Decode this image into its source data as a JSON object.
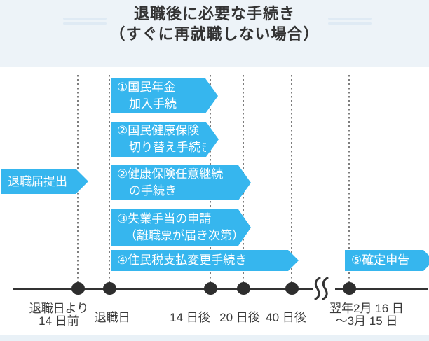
{
  "title": {
    "line1": "退職後に必要な手続き",
    "line2": "（すぐに再就職しない場合）"
  },
  "colors": {
    "accent_blue": "#36b6ee",
    "header_bg": "#edf3f8",
    "text_dark": "#333333",
    "timeline": "#2e2e2e"
  },
  "left_arrow": {
    "label": "退職届提出"
  },
  "arrows": [
    {
      "line1": "①国民年金",
      "line2": "加入手続"
    },
    {
      "line1": "②国民健康保険",
      "line2": "切り替え手続き"
    },
    {
      "line1": "②健康保険任意継続",
      "line2": "の手続き"
    },
    {
      "line1": "③失業手当の申請",
      "line2": "（離職票が届き次第）"
    },
    {
      "line1": "④住民税支払変更手続き"
    },
    {
      "line1": "⑤確定申告"
    }
  ],
  "timeline": {
    "labels": [
      {
        "line1": "退職日より",
        "line2": "14 日前"
      },
      {
        "line1": "退職日"
      },
      {
        "line1": "14 日後"
      },
      {
        "line1": "20 日後"
      },
      {
        "line1": "40 日後"
      },
      {
        "line1": "翌年2月 16 日",
        "line2": "～3月 15 日"
      }
    ]
  }
}
